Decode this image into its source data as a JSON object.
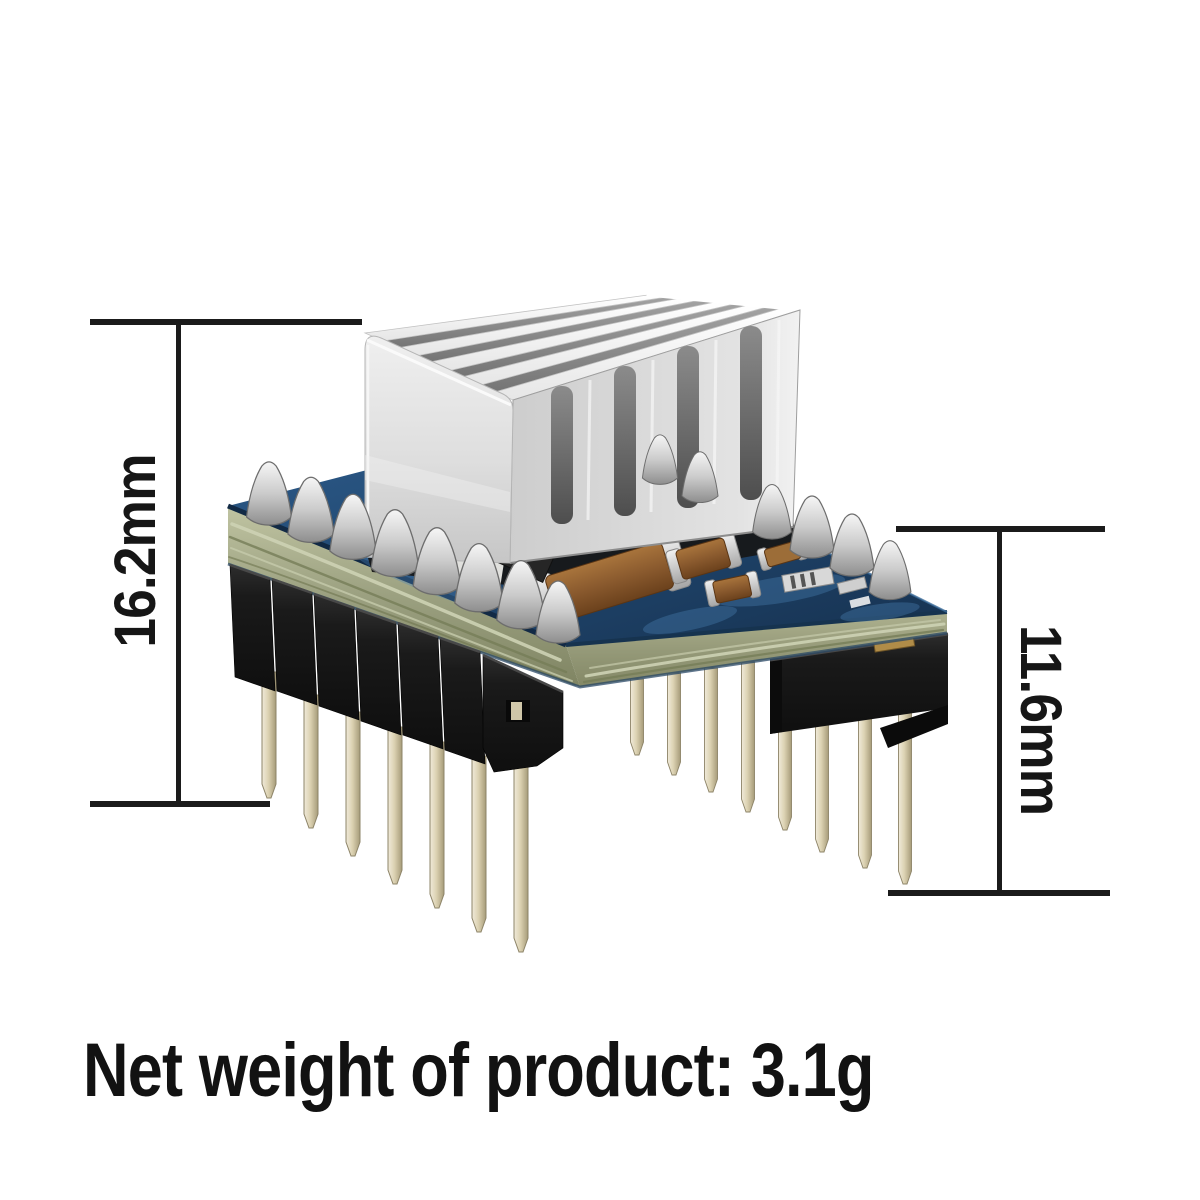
{
  "scene": {
    "subject": "stepper motor driver module photo with heatsink, blue PCB, black pin headers and gold pins",
    "background": "#ffffff"
  },
  "annotations": {
    "left_dimension": {
      "label": "16.2mm"
    },
    "right_dimension": {
      "label": "11.6mm"
    },
    "caption": {
      "text": "Net weight of product: 3.1g"
    }
  },
  "colors": {
    "dimension_lines": "#1b1b1b",
    "text": "#141414",
    "heatsink": "#dcdcdc",
    "pcb_top": "#1f4064",
    "pcb_edge_fiberglass": "#9aa083",
    "header_plastic": "#1a1a1a",
    "pin_metal": "#d3c9a8",
    "solder": "#c6c6c6",
    "capacitor_body": "#8a5a2e"
  }
}
